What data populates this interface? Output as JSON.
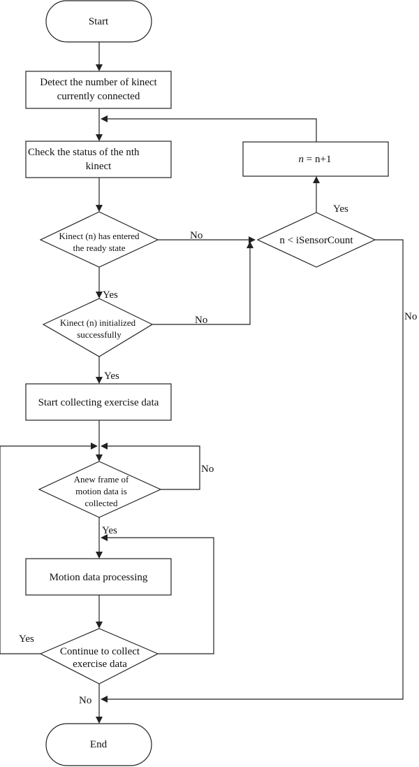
{
  "nodes": {
    "start": "Start",
    "detect": [
      "Detect the number of kinect",
      "currently connected"
    ],
    "check": [
      "Check the status of the nth",
      "kinect"
    ],
    "ready": [
      "Kinect (n) has entered",
      "the ready state"
    ],
    "init": [
      "Kinect (n) initialized",
      "successfully"
    ],
    "collect_start": "Start collecting exercise data",
    "frame": [
      "Anew frame of",
      "motion data is",
      "collected"
    ],
    "process": "Motion data processing",
    "continue": [
      "Continue to collect",
      "exercise data"
    ],
    "end": "End",
    "compare": "n < iSensorCount",
    "increment_var": "n",
    "increment_rest": " = n+1"
  },
  "edges": {
    "ready_no": "No",
    "ready_yes": "Yes",
    "init_no": "No",
    "init_yes": "Yes",
    "compare_yes": "Yes",
    "compare_no": "No",
    "frame_no": "No",
    "frame_yes": "Yes",
    "continue_yes": "Yes",
    "continue_no": "No"
  }
}
